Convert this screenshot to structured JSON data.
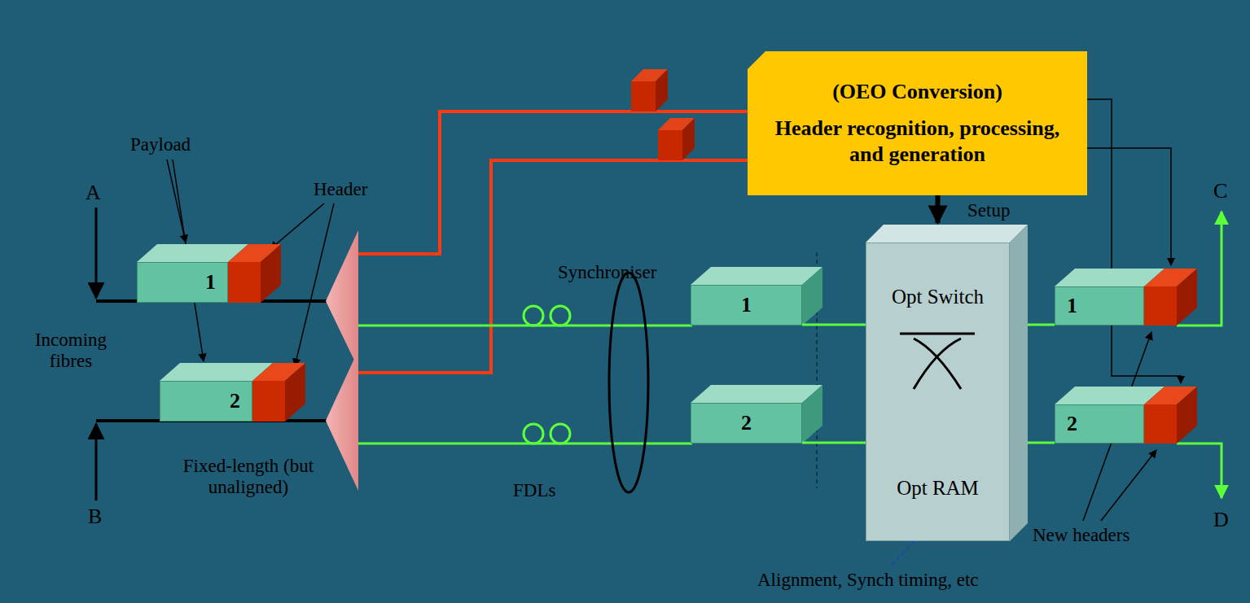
{
  "diagram": {
    "nodes": [
      {
        "text": [
          "(OEO Conversion)",
          "Header recognition, processing, and generation"
        ]
      },
      {
        "text": [
          "1"
        ]
      },
      {
        "text": [
          "2"
        ]
      },
      {
        "text": [
          "1"
        ]
      },
      {
        "text": [
          "Opt Switch",
          "Opt RAM"
        ]
      },
      {
        "text": [
          "1"
        ]
      },
      {
        "text": [
          "2"
        ]
      },
      {
        "text": [
          "2"
        ]
      }
    ],
    "edges": [
      {
        "from": 0,
        "to": 4,
        "arrow": "to"
      },
      {
        "from": 3,
        "to": 4,
        "arrow": "none"
      },
      {
        "from": 6,
        "to": 4,
        "arrow": "none"
      },
      {
        "from": 4,
        "to": 5,
        "arrow": "none"
      },
      {
        "from": 4,
        "to": 7,
        "arrow": "none"
      }
    ],
    "labels": [
      "Payload",
      "Header",
      "A",
      "B",
      "Incoming fibres",
      "Fixed-length (but unaligned)",
      "Synchroniser",
      "FDLs",
      "Setup",
      "C",
      "D",
      "New headers",
      "Alignment, Synch timing, etc"
    ]
  }
}
